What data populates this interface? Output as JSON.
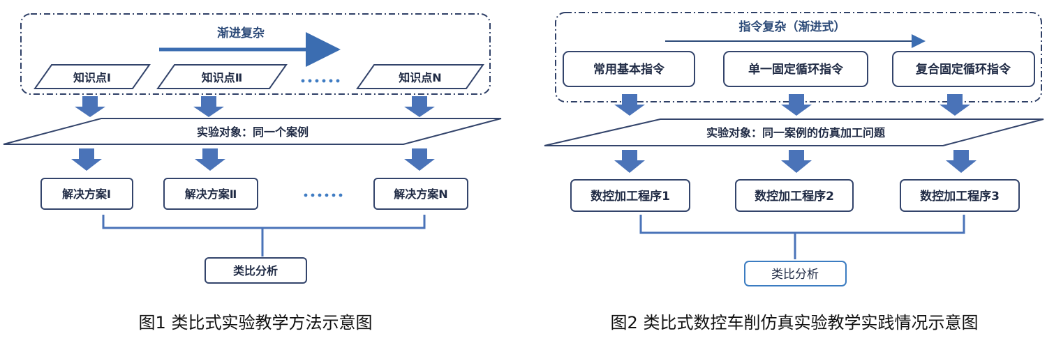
{
  "colors": {
    "border": "#33446b",
    "dash": "#2e3f66",
    "arrow": "#4a73b8",
    "header_arrow": "#3b6db1",
    "dots": "#3f7cc3",
    "final_box_2": "#3b7cc1"
  },
  "figure1": {
    "caption": "图1  类比式实验教学方法示意图",
    "header": "渐进复杂",
    "knowledge_points": [
      "知识点Ⅰ",
      "知识点Ⅱ",
      "知识点N"
    ],
    "object": "实验对象：同一个案例",
    "solutions": [
      "解决方案Ⅰ",
      "解决方案Ⅱ",
      "解决方案N"
    ],
    "analysis": "类比分析"
  },
  "figure2": {
    "caption": "图2  类比式数控车削仿真实验教学实践情况示意图",
    "header": "指令复杂（渐进式）",
    "instructions": [
      "常用基本指令",
      "单一固定循环指令",
      "复合固定循环指令"
    ],
    "object": "实验对象：同一案例的仿真加工问题",
    "programs": [
      "数控加工程序1",
      "数控加工程序2",
      "数控加工程序3"
    ],
    "analysis": "类比分析"
  }
}
